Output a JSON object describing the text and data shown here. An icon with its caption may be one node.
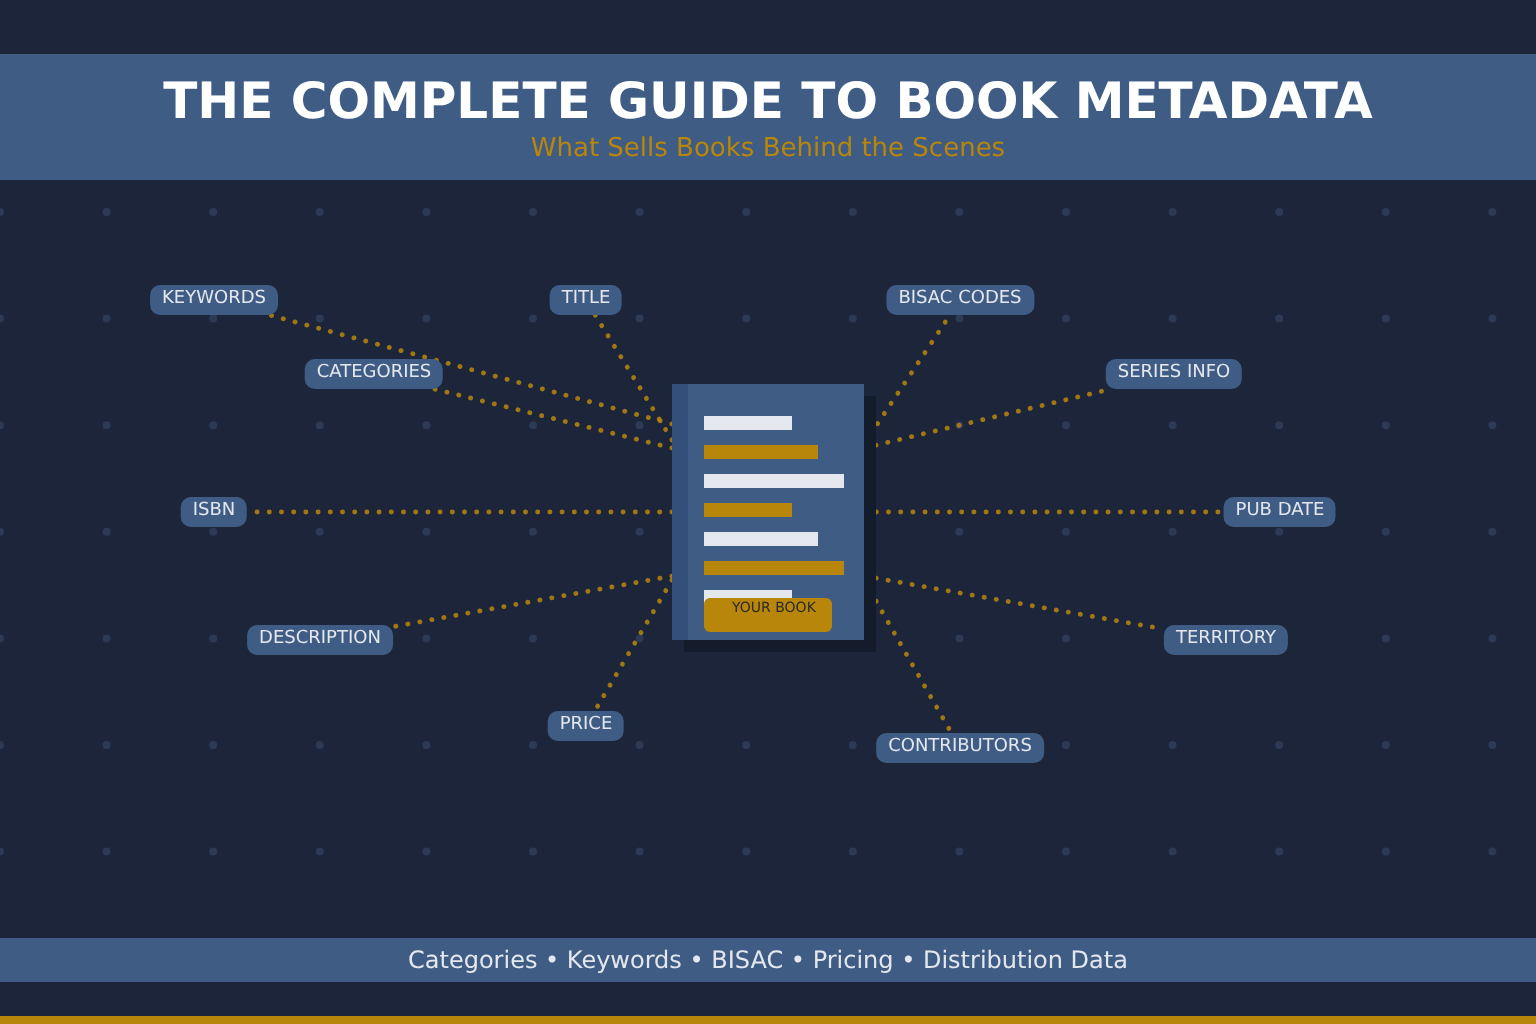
{
  "diagram": {
    "title": "THE COMPLETE GUIDE TO BOOK METADATA",
    "nodes": [
      {
        "text": [
          "YOUR BOOK"
        ]
      },
      {
        "text": [
          "KEYWORDS"
        ]
      },
      {
        "text": [
          "TITLE"
        ]
      },
      {
        "text": [
          "BISAC CODES"
        ]
      },
      {
        "text": [
          "CATEGORIES"
        ]
      },
      {
        "text": [
          "SERIES INFO"
        ]
      },
      {
        "text": [
          "ISBN"
        ]
      },
      {
        "text": [
          "PUB DATE"
        ]
      },
      {
        "text": [
          "DESCRIPTION"
        ]
      },
      {
        "text": [
          "TERRITORY"
        ]
      },
      {
        "text": [
          "PRICE"
        ]
      },
      {
        "text": [
          "CONTRIBUTORS"
        ]
      }
    ],
    "edges": [
      {
        "from": 0,
        "to": 1,
        "arrow": "none"
      },
      {
        "from": 0,
        "to": 2,
        "arrow": "none"
      },
      {
        "from": 0,
        "to": 3,
        "arrow": "none"
      },
      {
        "from": 0,
        "to": 4,
        "arrow": "none"
      },
      {
        "from": 0,
        "to": 5,
        "arrow": "none"
      },
      {
        "from": 0,
        "to": 6,
        "arrow": "none"
      },
      {
        "from": 0,
        "to": 7,
        "arrow": "none"
      },
      {
        "from": 0,
        "to": 8,
        "arrow": "none"
      },
      {
        "from": 0,
        "to": 9,
        "arrow": "none"
      },
      {
        "from": 0,
        "to": 10,
        "arrow": "none"
      },
      {
        "from": 0,
        "to": 11,
        "arrow": "none"
      }
    ],
    "labels": [
      "What Sells Books Behind the Scenes",
      "Categories • Keywords • BISAC • Pricing • Distribution Data"
    ]
  }
}
